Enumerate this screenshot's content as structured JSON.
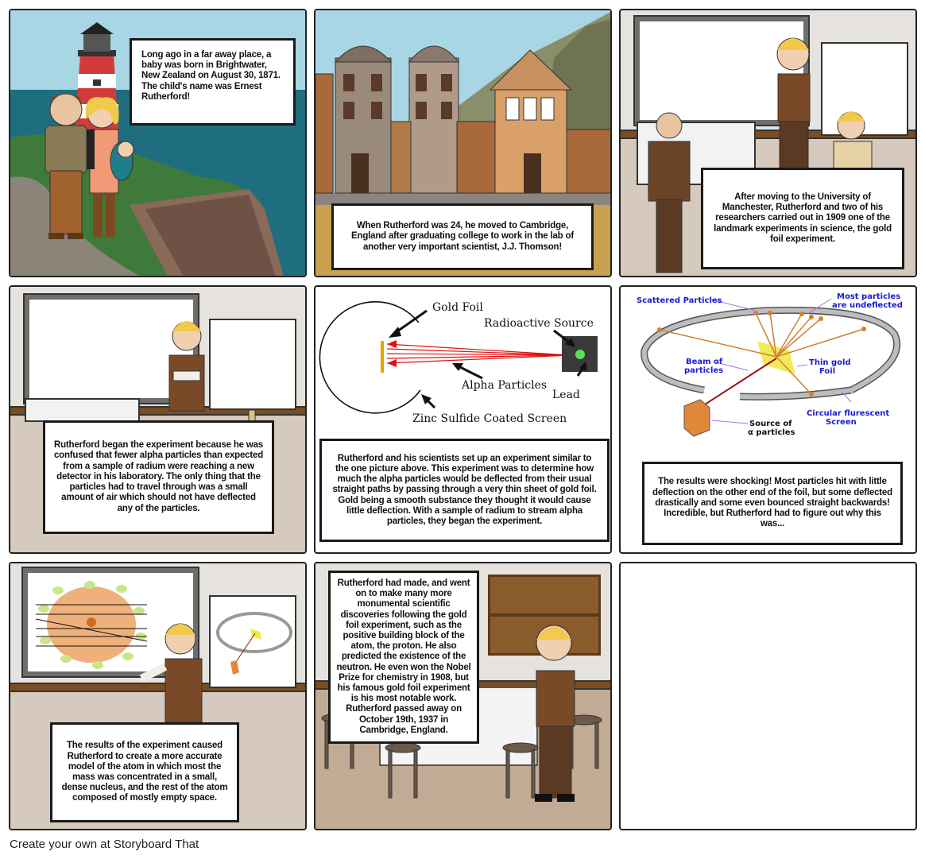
{
  "storyboard": {
    "panels": [
      {
        "id": 1,
        "scene": "lighthouse-cliff-seaside",
        "caption": "Long ago in a far away place, a baby was born in Brightwater, New Zealand on August 30, 1871. The child's name was Ernest Rutherford!"
      },
      {
        "id": 2,
        "scene": "old-town-street",
        "caption": "When Rutherford was 24, he moved to Cambridge, England after graduating college to work in the lab of another very important scientist, J.J. Thomson!"
      },
      {
        "id": 3,
        "scene": "classroom-three-scientists",
        "caption": "After moving to the University of Manchester, Rutherford and two of his researchers carried out in 1909 one of the landmark experiments in science, the gold foil experiment."
      },
      {
        "id": 4,
        "scene": "classroom-rutherford-thinking",
        "caption": "Rutherford began the experiment because he was confused that fewer alpha particles than expected from a sample of radium were reaching a new detector in his laboratory. The only thing that the particles had to travel through was a small amount of air which should not have deflected any of the particles."
      },
      {
        "id": 5,
        "scene": "gold-foil-diagram",
        "diagram": {
          "labels": {
            "gold_foil": "Gold Foil",
            "radioactive_source": "Radioactive Source",
            "alpha_particles": "Alpha Particles",
            "lead": "Lead",
            "screen": "Zinc Sulfide Coated Screen"
          }
        },
        "caption": "Rutherford and his scientists set up an experiment similar to the one picture above. This experiment was to determine how much the alpha particles would be deflected from their usual straight paths by passing through a very thin sheet of gold foil. Gold being a smooth substance they thought it would cause little deflection. With a sample of radium to stream alpha particles, they began the experiment."
      },
      {
        "id": 6,
        "scene": "scattering-diagram",
        "diagram": {
          "labels": {
            "scattered": "Scattered Particles",
            "undeflected_1": "Most particles",
            "undeflected_2": "are undeflected",
            "beam_1": "Beam of",
            "beam_2": "particles",
            "foil_1": "Thin gold",
            "foil_2": "Foil",
            "screen_1": "Circular flurescent",
            "screen_2": "Screen",
            "source_1": "Source of",
            "source_2": "α particles"
          },
          "label_color": "#1a1adb"
        },
        "caption": "The results were shocking! Most particles hit with little deflection on the other end of the foil, but some deflected drastically and some even bounced straight backwards! Incredible, but Rutherford had to figure out why this was..."
      },
      {
        "id": 7,
        "scene": "classroom-atom-model",
        "caption": "The results of the experiment caused Rutherford to create a more accurate model of the atom in which most the mass was concentrated in a small, dense nucleus, and the rest of the atom composed of mostly empty space."
      },
      {
        "id": 8,
        "scene": "lab-with-stools",
        "caption": "Rutherford had made, and went on to make many more monumental scientific discoveries following the gold foil experiment, such as the positive building block of the atom, the proton. He also predicted the existence of the neutron. He even won the Nobel Prize for chemistry in 1908, but his famous gold foil experiment is his most notable work. Rutherford passed away on October 19th, 1937 in Cambridge, England."
      },
      {
        "id": 9,
        "scene": "empty",
        "caption": ""
      }
    ]
  },
  "footer": {
    "text": "Create your own at Storyboard That"
  },
  "colors": {
    "panel_border": "#222222",
    "sky": "#a8d6e4",
    "sea": "#1f6e80",
    "grass": "#3f7a3a",
    "wall": "#e6e3de",
    "floor": "#d6c9bd",
    "rail": "#7a4e22",
    "alpha_ray": "#e01010",
    "foil_gold": "#e0a800"
  }
}
